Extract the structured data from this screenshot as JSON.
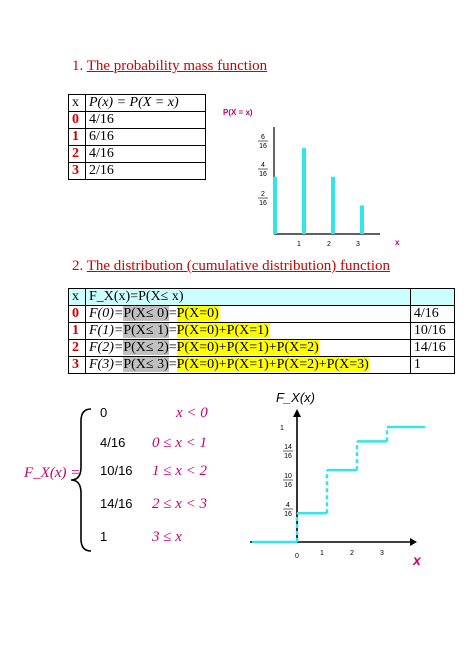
{
  "section1": {
    "num": "1.",
    "title": "The probability mass function"
  },
  "pmf_table": {
    "head_x": "x",
    "head_p": "P(x) = P(X = x)",
    "rows": [
      {
        "x": "0",
        "p": "4/16"
      },
      {
        "x": "1",
        "p": "6/16"
      },
      {
        "x": "2",
        "p": "4/16"
      },
      {
        "x": "3",
        "p": "2/16"
      }
    ]
  },
  "pmf_plot_label": "P(X = x)",
  "pmf_y_ticks": [
    {
      "n": "6",
      "d": "16"
    },
    {
      "n": "4",
      "d": "16"
    },
    {
      "n": "2",
      "d": "16"
    }
  ],
  "pmf_x_ticks": [
    "1",
    "2",
    "3"
  ],
  "pmf_x_label": "x",
  "section2": {
    "num": "2.",
    "title": "The distribution (cumulative distribution) function"
  },
  "cdf_table": {
    "head_x": "x",
    "head_f": "F_X(x)=P(X≤ x)",
    "rows": [
      {
        "x": "0",
        "f_pre": "F(0)=",
        "f_gray": "P(X≤ 0)",
        "f_eq": "=",
        "f_yel": "P(X=0)",
        "val": "4/16"
      },
      {
        "x": "1",
        "f_pre": "F(1)=",
        "f_gray": "P(X≤ 1)",
        "f_eq": "=",
        "f_yel": "P(X=0)+P(X=1)",
        "val": "10/16"
      },
      {
        "x": "2",
        "f_pre": "F(2)=",
        "f_gray": "P(X≤ 2)",
        "f_eq": "=",
        "f_yel": "P(X=0)+P(X=1)+P(X=2)",
        "val": "14/16"
      },
      {
        "x": "3",
        "f_pre": "F(3)=",
        "f_gray": "P(X≤ 3)",
        "f_eq": "=",
        "f_yel": "P(X=0)+P(X=1)+P(X=2)+P(X=3)",
        "val": "1"
      }
    ]
  },
  "piecewise": {
    "lhs": "F_X(x) =",
    "rows": [
      {
        "val": "0",
        "cond": "x < 0"
      },
      {
        "val": "4/16",
        "cond": "0 ≤ x < 1"
      },
      {
        "val": "10/16",
        "cond": "1 ≤ x < 2"
      },
      {
        "val": "14/16",
        "cond": "2 ≤ x < 3"
      },
      {
        "val": "1",
        "cond": "3 ≤ x"
      }
    ]
  },
  "cdf_plot_label": "F_X(x)",
  "cdf_y_ticks": [
    "1",
    "14/16",
    "10/16",
    "4/16"
  ],
  "cdf_x_ticks": [
    "0",
    "1",
    "2",
    "3"
  ],
  "cdf_x_label": "x",
  "chart_data": [
    {
      "type": "bar",
      "ylabel": "P(X = x)",
      "xlabel": "x",
      "x": [
        0,
        1,
        2,
        3
      ],
      "values": [
        0.25,
        0.375,
        0.25,
        0.125
      ],
      "color": "#33e5ea"
    },
    {
      "type": "line",
      "ylabel": "F_X(x)",
      "xlabel": "x",
      "x": [
        0,
        1,
        2,
        3
      ],
      "values": [
        0.25,
        0.625,
        0.875,
        1
      ],
      "color": "#33e5ea"
    }
  ]
}
